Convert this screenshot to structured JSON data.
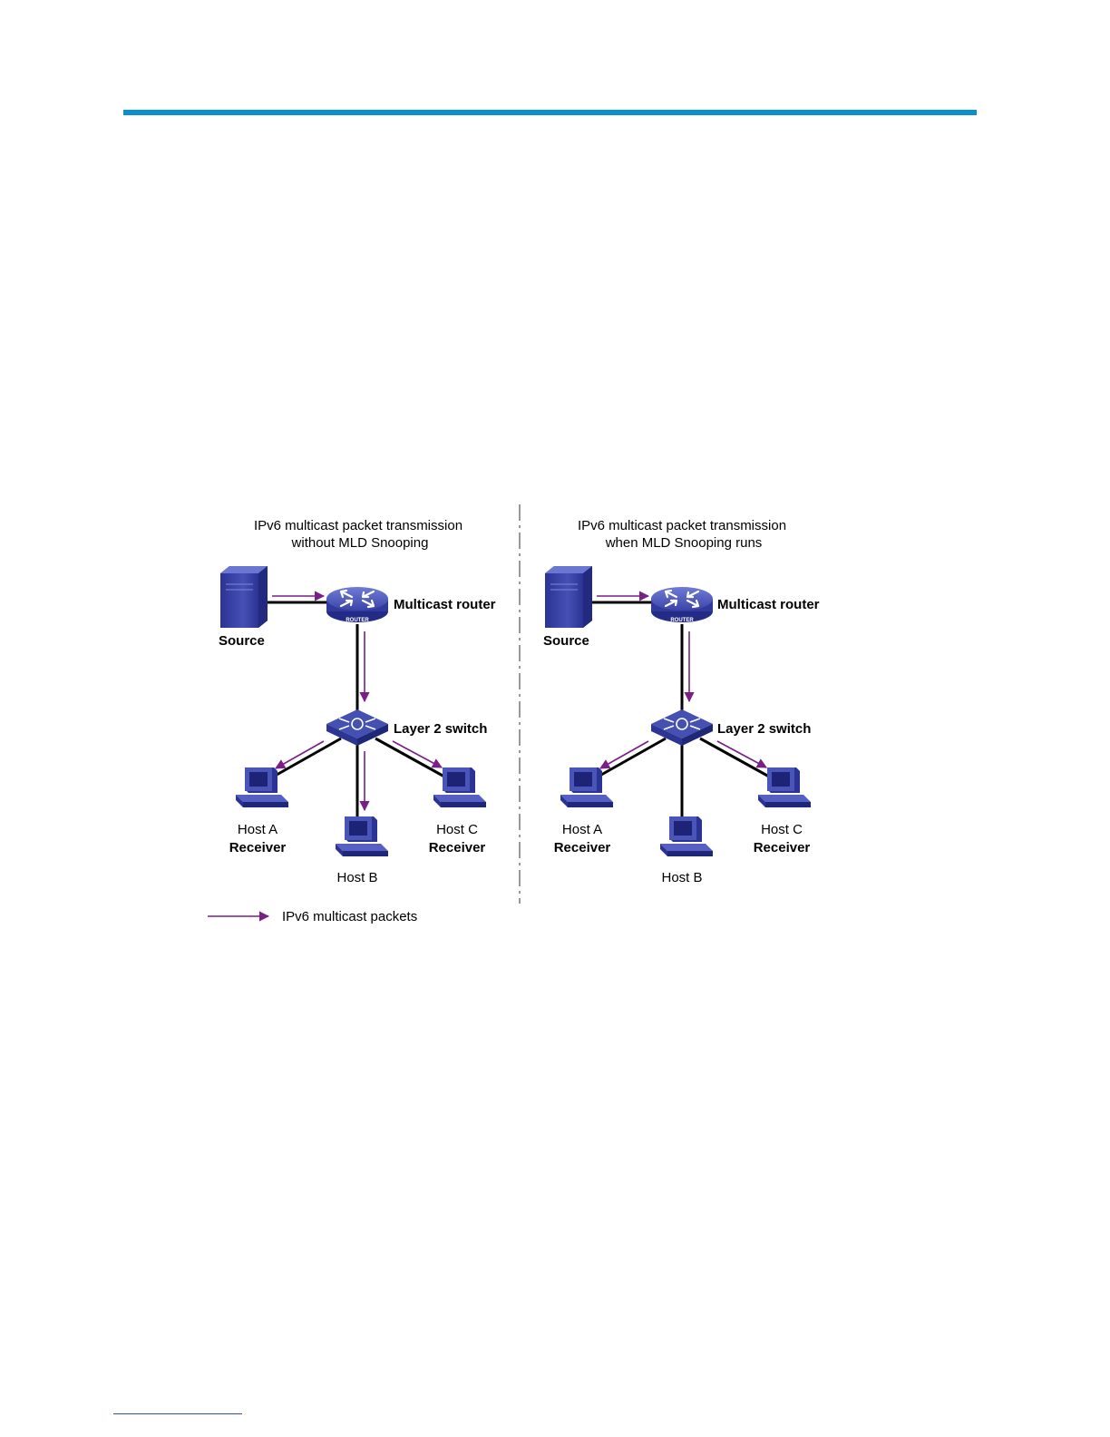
{
  "panels": [
    {
      "title_line1": "IPv6 multicast packet transmission",
      "title_line2": "without MLD Snooping",
      "source_label": "Source",
      "router_label": "Multicast router",
      "router_badge": "ROUTER",
      "switch_label": "Layer 2 switch",
      "host_a_name": "Host A",
      "host_a_role": "Receiver",
      "host_b_name": "Host B",
      "host_c_name": "Host C",
      "host_c_role": "Receiver"
    },
    {
      "title_line1": "IPv6 multicast packet transmission",
      "title_line2": "when MLD Snooping runs",
      "source_label": "Source",
      "router_label": "Multicast router",
      "router_badge": "ROUTER",
      "switch_label": "Layer 2 switch",
      "host_a_name": "Host A",
      "host_a_role": "Receiver",
      "host_b_name": "Host B",
      "host_c_name": "Host C",
      "host_c_role": "Receiver"
    }
  ],
  "legend": {
    "label": "IPv6 multicast packets"
  },
  "colors": {
    "accent_rule": "#0a8ed0",
    "arrow": "#7a1f86",
    "device": "#3a45a8"
  }
}
